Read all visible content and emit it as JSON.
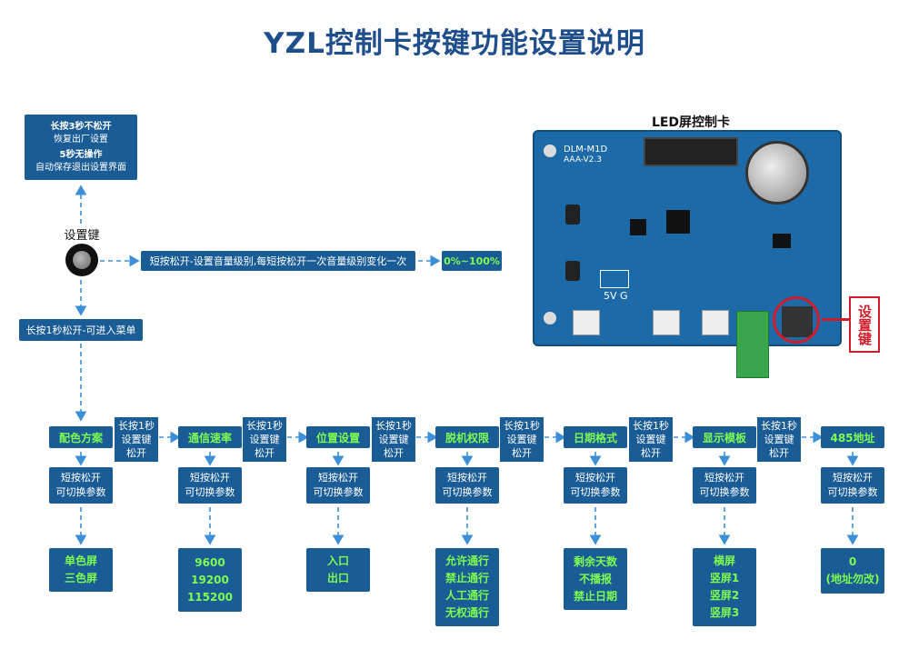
{
  "title": "YZL控制卡按键功能设置说明",
  "board_label": "LED屏控制卡",
  "board_text": {
    "model": "DLM-M1D",
    "version": "AAA-V2.3",
    "power": "5V  G"
  },
  "set_key_side_label": "设置键",
  "set_key_label": "设置键",
  "top_box": {
    "line1": "长按3秒不松开",
    "line2": "恢复出厂设置",
    "line3": "5秒无操作",
    "line4": "自动保存退出设置界面"
  },
  "short_press": "短按松开-设置音量级别,每短按松开一次音量级别变化一次",
  "volume_range": "0%~100%",
  "menu_entry": "长按1秒松开-可进入菜单",
  "menu_items": [
    "配色方案",
    "通信速率",
    "位置设置",
    "脱机权限",
    "日期格式",
    "显示模板",
    "485地址"
  ],
  "connector_label": [
    "长按1秒",
    "设置键",
    "松开"
  ],
  "desc_label": [
    "短按松开",
    "可切换参数"
  ],
  "options": [
    [
      "单色屏",
      "三色屏"
    ],
    [
      "9600",
      "19200",
      "115200"
    ],
    [
      "入口",
      "出口"
    ],
    [
      "允许通行",
      "禁止通行",
      "人工通行",
      "无权通行"
    ],
    [
      "剩余天数",
      "不播报",
      "禁止日期"
    ],
    [
      "横屏",
      "竖屏1",
      "竖屏2",
      "竖屏3"
    ],
    [
      "0",
      "(地址勿改)"
    ]
  ]
}
